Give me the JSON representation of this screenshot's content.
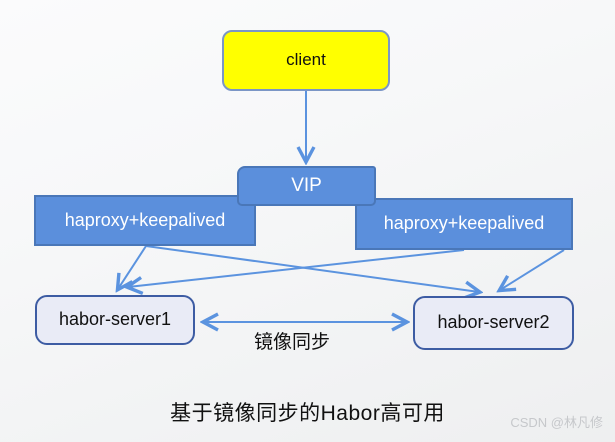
{
  "diagram": {
    "nodes": {
      "client": {
        "label": "client"
      },
      "vip": {
        "label": "VIP"
      },
      "haproxy_left": {
        "label": "haproxy+keepalived"
      },
      "haproxy_right": {
        "label": "haproxy+keepalived"
      },
      "server1": {
        "label": "habor-server1"
      },
      "server2": {
        "label": "habor-server2"
      }
    },
    "edges": {
      "sync_label": "镜像同步"
    },
    "caption": "基于镜像同步的Habor高可用",
    "watermark": "CSDN @林凡修"
  },
  "colors": {
    "blue_fill": "#5b8fdc",
    "blue_border": "#4a77b8",
    "arrow_blue": "#5b93df",
    "yellow_fill": "#ffff00",
    "yellow_border": "#7b96c6",
    "server_fill": "#e9ebf6",
    "server_border": "#3d5ca3",
    "watermark": "#c6c8cb"
  }
}
